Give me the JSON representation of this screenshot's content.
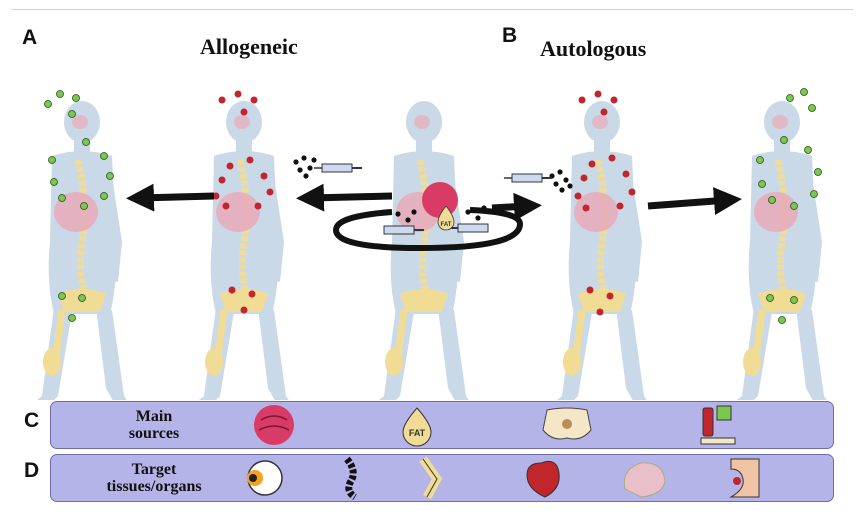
{
  "panels": {
    "a": {
      "letter": "A",
      "title": "Allogeneic"
    },
    "b": {
      "letter": "B",
      "title": "Autologous"
    },
    "c": {
      "letter": "C",
      "label": "Main sources",
      "icons": [
        "umbilical-cord-icon",
        "fat-drop-icon",
        "pelvis-bone-icon",
        "blood-sample-icon"
      ]
    },
    "d": {
      "letter": "D",
      "label": "Target tissues/organs",
      "icons": [
        "eye-icon",
        "spine-icon",
        "knee-joint-icon",
        "heart-icon",
        "liver-icon",
        "breast-icon"
      ]
    }
  },
  "source_labels": {
    "fat_label": "FAT"
  },
  "colors": {
    "body": "#c9d9e8",
    "bone": "#f1dc96",
    "organ": "#e9a9b8",
    "allogeneic_cell": "#c0262c",
    "autologous_cell": "#7ac94e",
    "band": "#b4b4e8",
    "cord": "#d93b67",
    "arrow": "#111111"
  }
}
